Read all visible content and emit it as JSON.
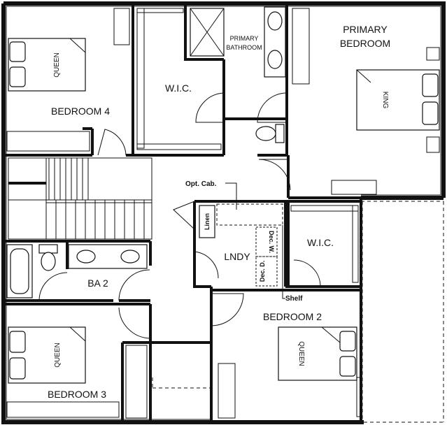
{
  "rooms": {
    "bedroom4": "BEDROOM 4",
    "wic_primary": "W.I.C.",
    "primary_bathroom_line1": "PRIMARY",
    "primary_bathroom_line2": "BATHROOM",
    "primary_bedroom_line1": "PRIMARY",
    "primary_bedroom_line2": "BEDROOM",
    "ba2": "BA 2",
    "lndy": "LNDY",
    "wic2": "W.I.C.",
    "bedroom2": "BEDROOM 2",
    "bedroom3": "BEDROOM 3"
  },
  "beds": {
    "bedroom4": "QUEEN",
    "primary": "KING",
    "bedroom2": "QUEEN",
    "bedroom3": "QUEEN"
  },
  "labels": {
    "opt_cab": "Opt. Cab.",
    "linen": "Linen",
    "dec_w": "Dec. W.",
    "dec_d": "Dec. D.",
    "shelf": "Shelf"
  }
}
